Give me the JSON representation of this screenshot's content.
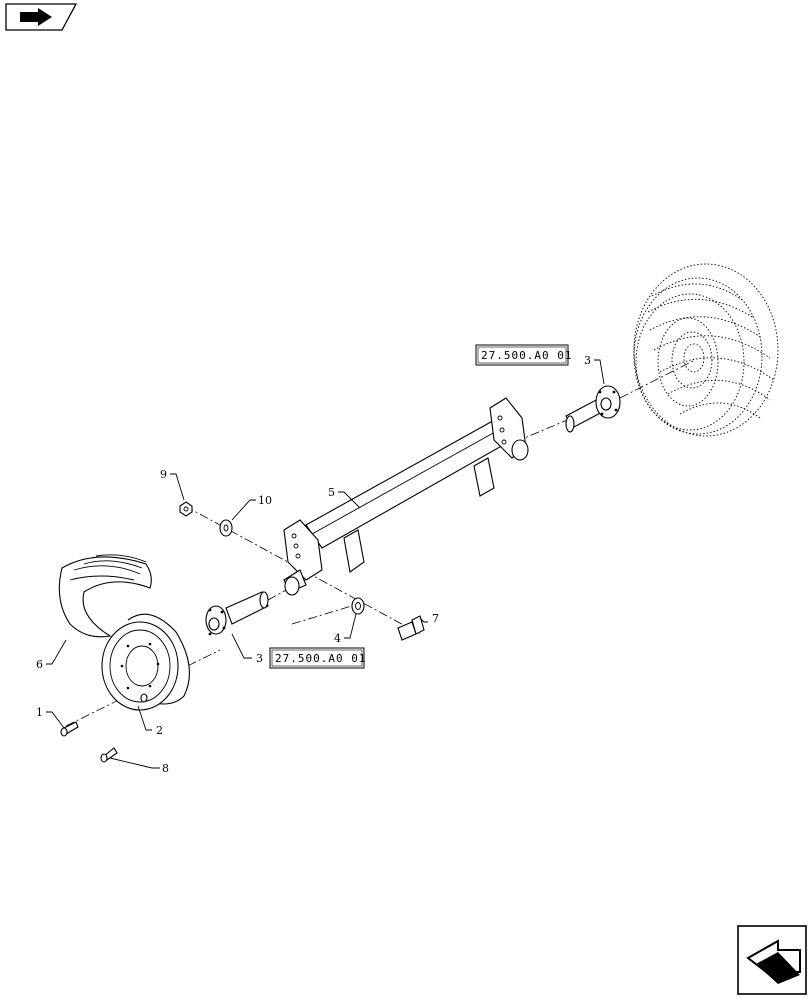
{
  "callouts": {
    "c1": "1",
    "c2": "2",
    "c3a": "3",
    "c3b": "3",
    "c4": "4",
    "c5": "5",
    "c6": "6",
    "c7": "7",
    "c8": "8",
    "c9": "9",
    "c10": "10"
  },
  "refs": {
    "upper": "27.500.A0 01",
    "lower": "27.500.A0 01"
  },
  "icons": {
    "top_left": "page-nav-icon",
    "bottom_right": "next-page-icon"
  }
}
